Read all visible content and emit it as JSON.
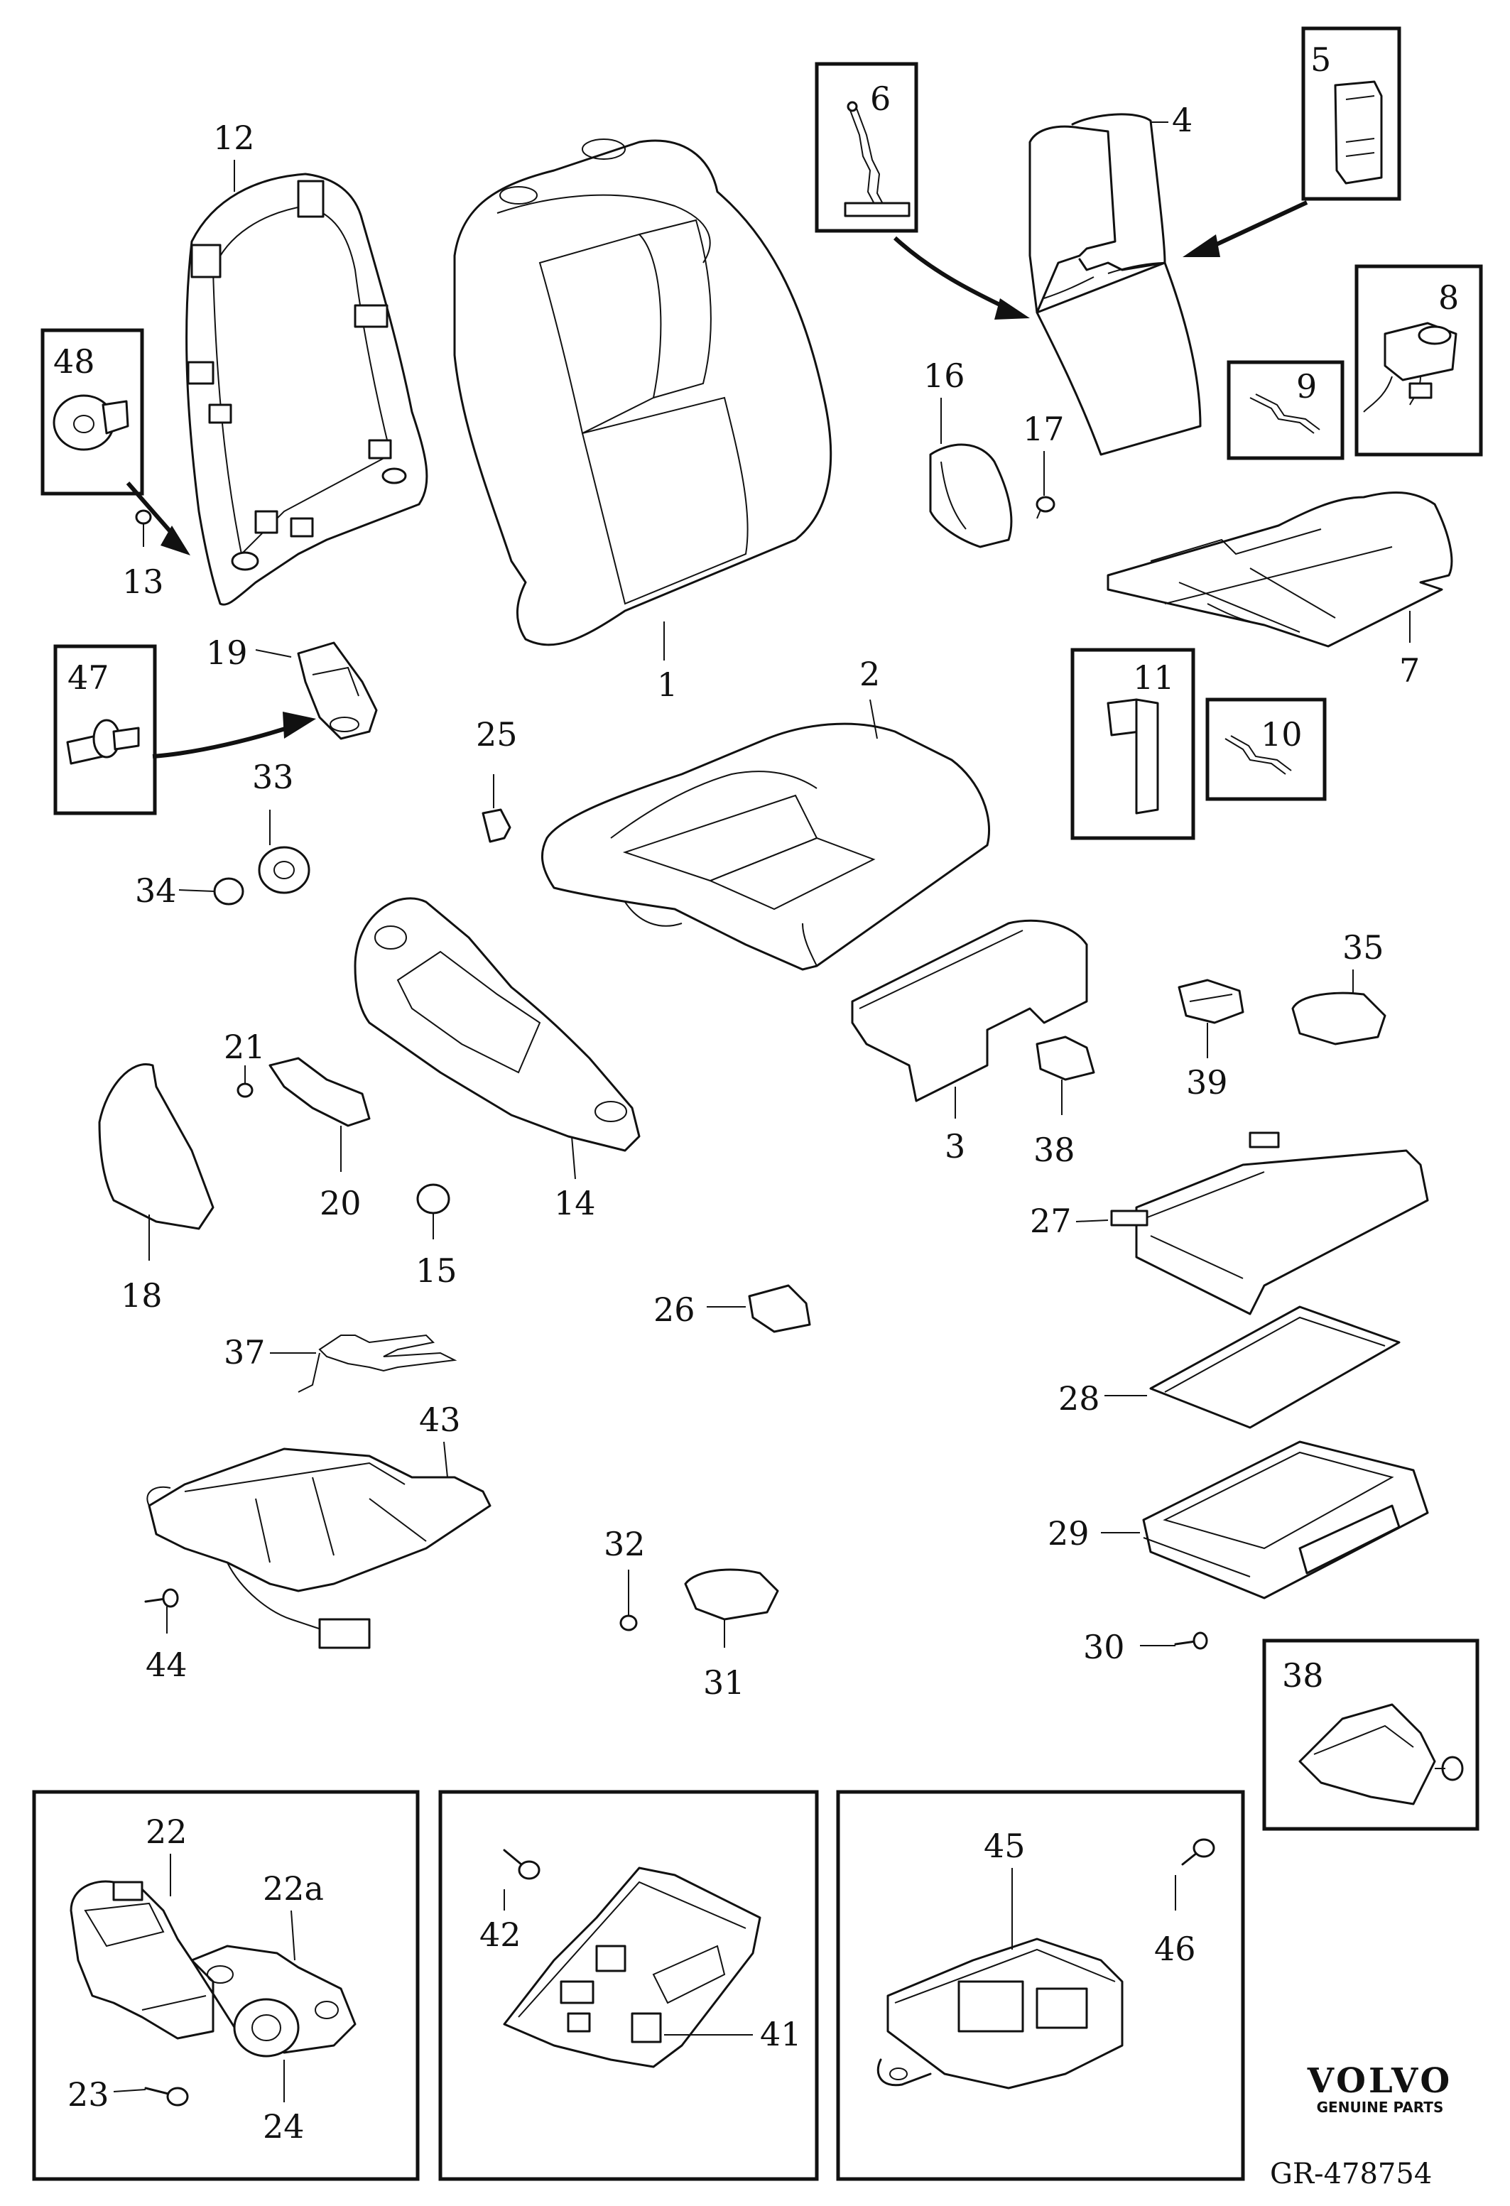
{
  "diagram": {
    "brand": "VOLVO",
    "brand_sub": "GENUINE PARTS",
    "ref": "GR-478754",
    "labels": {
      "p1": "1",
      "p2": "2",
      "p3": "3",
      "p4": "4",
      "p5": "5",
      "p6": "6",
      "p7": "7",
      "p8": "8",
      "p9": "9",
      "p10": "10",
      "p11": "11",
      "p12": "12",
      "p13": "13",
      "p14": "14",
      "p15": "15",
      "p16": "16",
      "p17": "17",
      "p18": "18",
      "p19": "19",
      "p20": "20",
      "p21": "21",
      "p22": "22",
      "p22a": "22a",
      "p23": "23",
      "p24": "24",
      "p25": "25",
      "p26": "26",
      "p27": "27",
      "p28": "28",
      "p29": "29",
      "p30": "30",
      "p31": "31",
      "p32": "32",
      "p33": "33",
      "p34": "34",
      "p35": "35",
      "p37": "37",
      "p38": "38",
      "p38b": "38",
      "p39": "39",
      "p41": "41",
      "p42": "42",
      "p43": "43",
      "p44": "44",
      "p45": "45",
      "p46": "46",
      "p47": "47",
      "p48": "48"
    }
  }
}
